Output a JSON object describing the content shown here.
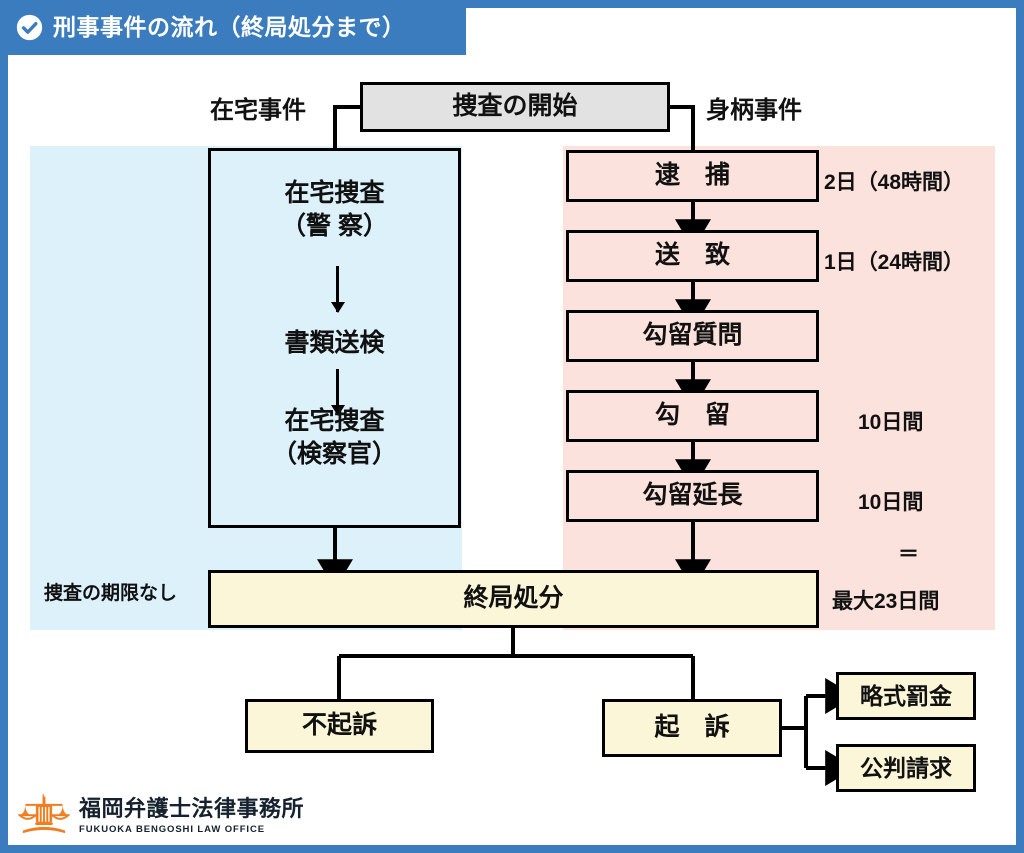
{
  "header": {
    "title": "刑事事件の流れ（終局処分まで）",
    "icon": "check-circle-icon",
    "bg_color": "#3A7CBE",
    "text_color": "#FFFFFF"
  },
  "colors": {
    "frame": "#3A7CBE",
    "lane_blue": "#DDF1FB",
    "lane_pink": "#FBE2DD",
    "box_gray": "#E2E2E2",
    "box_cream": "#FBF6D8",
    "outline": "#000000"
  },
  "flow": {
    "start": {
      "label": "捜査の開始"
    },
    "branch_labels": {
      "left": "在宅事件",
      "right": "身柄事件"
    },
    "left_track": {
      "lane_note": "捜査の期限なし",
      "steps": [
        {
          "label": "在宅捜査\n（警 察）",
          "line1": "在宅捜査",
          "line2": "（警 察）"
        },
        {
          "label": "書類送検",
          "line1": "書類送検",
          "line2": ""
        },
        {
          "label": "在宅捜査\n（検察官）",
          "line1": "在宅捜査",
          "line2": "（検察官）"
        }
      ]
    },
    "right_track": [
      {
        "label": "逮　捕",
        "duration": "2日（48時間）"
      },
      {
        "label": "送　致",
        "duration": "1日（24時間）"
      },
      {
        "label": "勾留質問",
        "duration": ""
      },
      {
        "label": "勾　留",
        "duration": "10日間"
      },
      {
        "label": "勾留延長",
        "duration": "10日間"
      }
    ],
    "right_total": {
      "equals_sign": "＝",
      "total": "最大23日間"
    },
    "disposition": {
      "label": "終局処分"
    },
    "outcomes": [
      {
        "label": "不起訴"
      },
      {
        "label": "起　訴"
      }
    ],
    "prosecution_types": [
      {
        "label": "略式罰金"
      },
      {
        "label": "公判請求"
      }
    ]
  },
  "footer": {
    "logo_icon": "scales-of-justice-icon",
    "name_jp": "福岡弁護士法律事務所",
    "name_en": "FUKUOKA BENGOSHI LAW OFFICE",
    "logo_color": "#EF7D22"
  }
}
